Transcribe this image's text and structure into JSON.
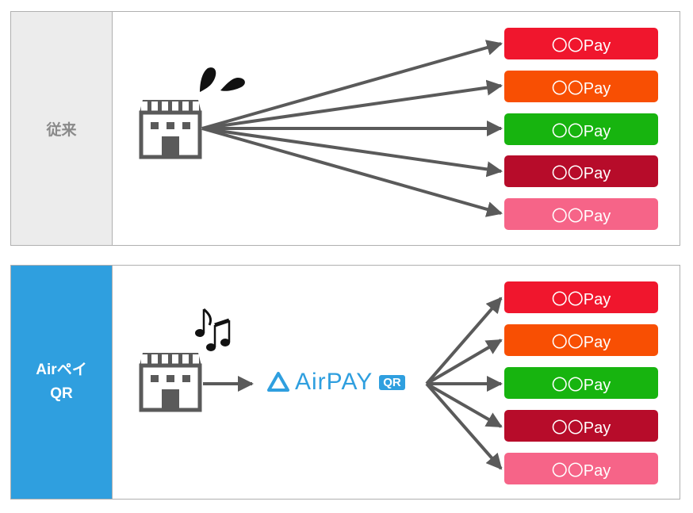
{
  "top_panel": {
    "label": "従来",
    "pay_items": [
      "〇〇Pay",
      "〇〇Pay",
      "〇〇Pay",
      "〇〇Pay",
      "〇〇Pay"
    ]
  },
  "bottom_panel": {
    "label_line1": "Airペイ",
    "label_line2": "QR",
    "logo_text": "AirPAY",
    "logo_badge": "QR",
    "pay_items": [
      "〇〇Pay",
      "〇〇Pay",
      "〇〇Pay",
      "〇〇Pay",
      "〇〇Pay"
    ]
  },
  "pay_colors": [
    "#f0162d",
    "#f84f03",
    "#17b40f",
    "#b70c2a",
    "#f66488"
  ],
  "colors": {
    "arrow": "#5a5a5a",
    "store": "#5a5a5a",
    "brand_blue": "#2f9fdf",
    "side_gray": "#ececec"
  },
  "icons": {
    "top_store": "store-icon",
    "top_emotion": "sweat-drops-icon",
    "bottom_store": "store-icon",
    "bottom_emotion": "music-notes-icon",
    "logo": "airpay-triangle-icon"
  }
}
